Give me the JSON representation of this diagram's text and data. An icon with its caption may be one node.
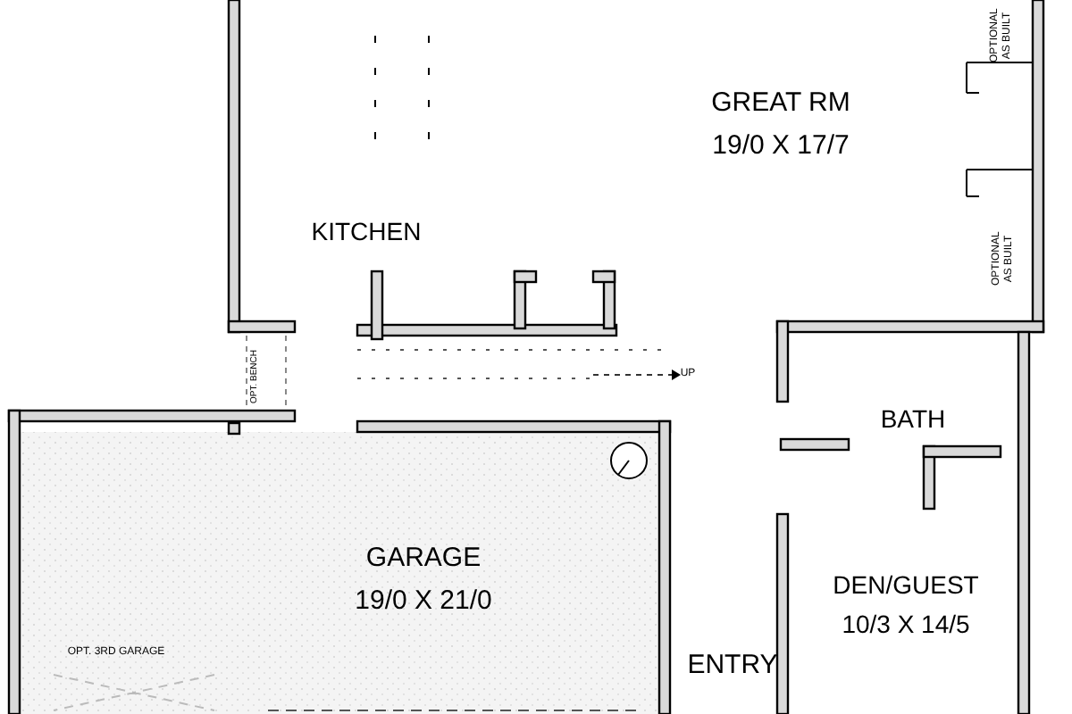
{
  "diagram": {
    "labels": [
      "OPTIONAL AS BUILT",
      "GREAT RM",
      "19/0 X 17/7",
      "KITCHEN",
      "OPTIONAL AS BUILT",
      "OPT. BENCH",
      "UP",
      "BATH",
      "GARAGE",
      "19/0 X 21/0",
      "DEN/GUEST",
      "10/3 X 14/5",
      "ENTRY",
      "OPT. 3RD GARAGE"
    ]
  }
}
